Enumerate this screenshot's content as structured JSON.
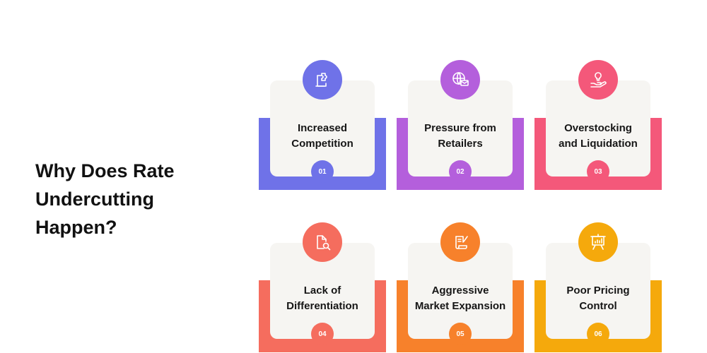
{
  "heading": "Why Does Rate Undercutting Happen?",
  "cards": [
    {
      "number": "01",
      "title_line1": "Increased",
      "title_line2": "Competition",
      "icon": "puzzle-document-icon",
      "color": "#6f72e8"
    },
    {
      "number": "02",
      "title_line1": "Pressure from",
      "title_line2": "Retailers",
      "icon": "globe-envelope-icon",
      "color": "#b45fdc"
    },
    {
      "number": "03",
      "title_line1": "Overstocking",
      "title_line2": "and Liquidation",
      "icon": "hand-lightbulb-icon",
      "color": "#f4587a"
    },
    {
      "number": "04",
      "title_line1": "Lack of",
      "title_line2": "Differentiation",
      "icon": "document-search-icon",
      "color": "#f56d5e"
    },
    {
      "number": "05",
      "title_line1": "Aggressive",
      "title_line2": "Market Expansion",
      "icon": "paper-quill-icon",
      "color": "#f7812b"
    },
    {
      "number": "06",
      "title_line1": "Poor Pricing",
      "title_line2": "Control",
      "icon": "presentation-chart-icon",
      "color": "#f5a90c"
    }
  ]
}
